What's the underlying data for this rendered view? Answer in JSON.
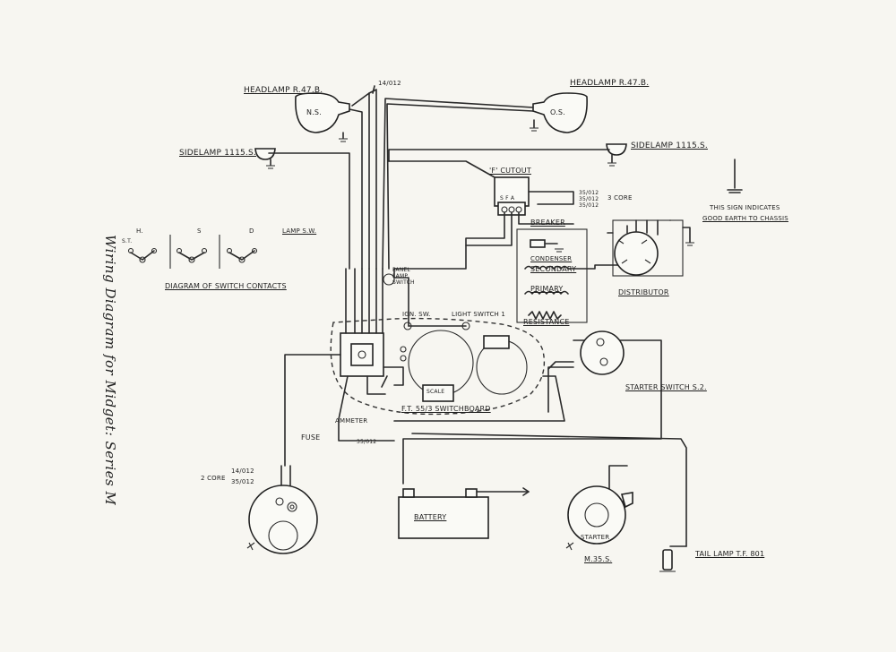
{
  "title": "Wiring Diagram for Midget: Series M",
  "labels": {
    "headlamp_ns": "HEADLAMP R.47.B.",
    "headlamp_os": "HEADLAMP R.47.B.",
    "ns": "N.S.",
    "os": "O.S.",
    "cable_code_top": "14/012",
    "sidelamp_ns": "SIDELAMP 1115.S.",
    "sidelamp_os": "SIDELAMP 1115.S.",
    "cutout": "'F' CUTOUT",
    "cutout_terms": "S  F  A",
    "wire_codes": [
      "35/012",
      "35/012",
      "35/012"
    ],
    "three_core": "3 CORE",
    "breaker": "BREAKER",
    "condenser": "CONDENSER",
    "secondary": "SECONDARY",
    "primary": "PRIMARY",
    "resistance": "RESISTANCE",
    "distributor": "DISTRIBUTOR",
    "earth_note_1": "THIS SIGN INDICATES",
    "earth_note_2": "GOOD EARTH TO CHASSIS",
    "lamp_sw": "LAMP S.W.",
    "switch_diagram": "DIAGRAM OF SWITCH CONTACTS",
    "switch_h": "H.",
    "switch_s": "S",
    "switch_d": "D",
    "switch_st": "S.T.",
    "panel_lamp_switch": "PANEL LAMP SWITCH",
    "ign_sw": "IGN. SW.",
    "light_switch": "LIGHT SWITCH 1",
    "scale": "SCALE",
    "ammeter": "AMMETER",
    "switchboard": "F.T. 55/3 SWITCHBOARD",
    "fuse": "FUSE",
    "cable_35": "35/012",
    "starter_switch": "STARTER SWITCH S.2.",
    "two_core": "2 CORE",
    "core_a": "14/012",
    "core_b": "35/012",
    "battery": "BATTERY",
    "starter": "STARTER",
    "m35s": "M.35.S.",
    "tail_lamp": "TAIL LAMP T.F. 801"
  }
}
